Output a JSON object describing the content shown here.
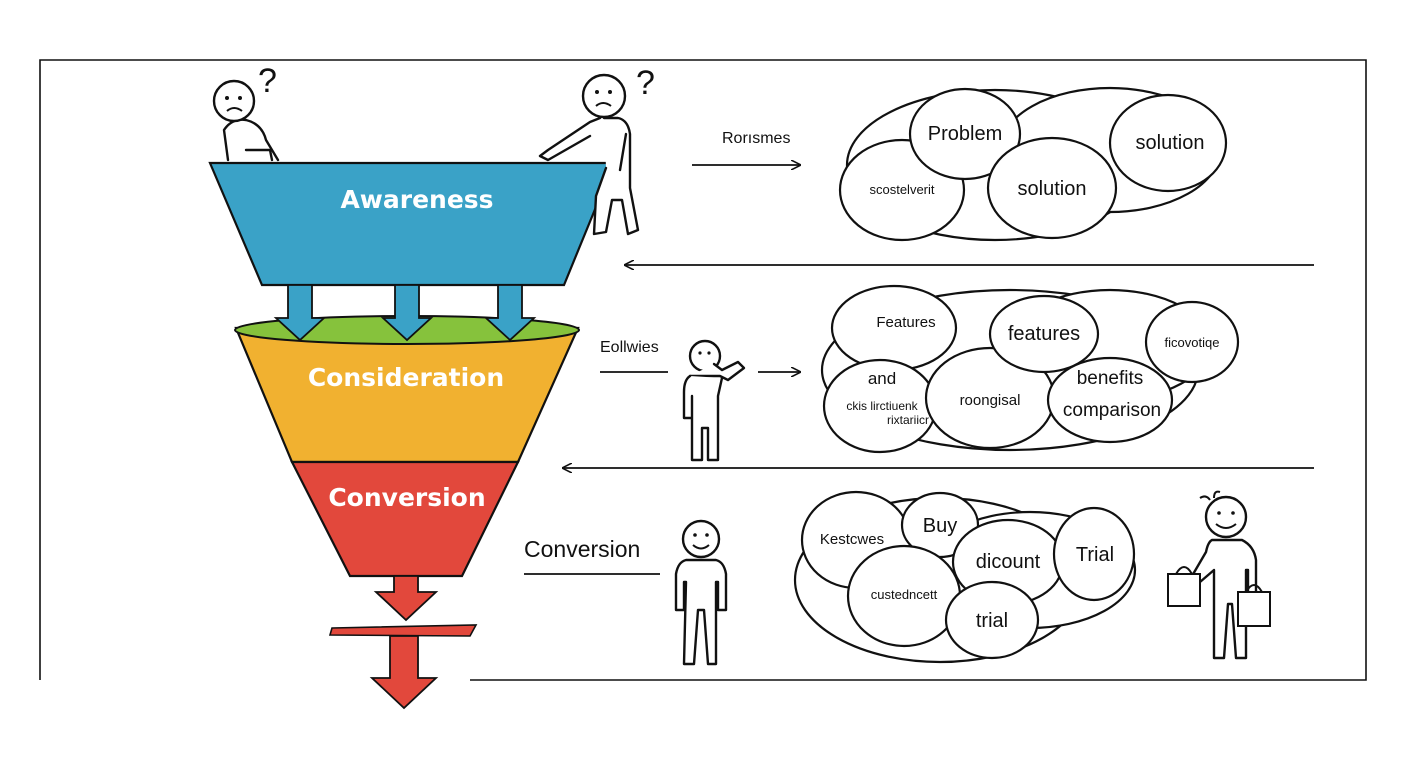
{
  "colors": {
    "awareness": "#3aa2c7",
    "consideration": "#f1b130",
    "conversion": "#e2483c",
    "green_rim": "#86c23c",
    "ink": "#111111"
  },
  "funnel": {
    "awareness_label": "Awareness",
    "consideration_label": "Consideration",
    "conversion_label": "Conversion"
  },
  "rows": {
    "awareness": {
      "side_label": "Rorısmes",
      "bubbles": [
        "Problem",
        "solution",
        "solution",
        "scostelverit"
      ]
    },
    "consideration": {
      "side_label": "Eollwies",
      "bubbles": [
        "Features",
        "features",
        "ficovotiqe",
        "and",
        "ckis lirctiuenk",
        "rixtariicr",
        "roongisal",
        "benefits",
        "comparison"
      ]
    },
    "conversion": {
      "side_label": "Conversion",
      "bubbles": [
        "Kestcwes",
        "Buy",
        "Trial",
        "dicount",
        "custedncett",
        "trial"
      ]
    }
  },
  "icons": [
    "question-mark-icon",
    "confused-person-icon",
    "thinking-person-icon",
    "smiling-person-icon",
    "shopping-bag-icon"
  ]
}
